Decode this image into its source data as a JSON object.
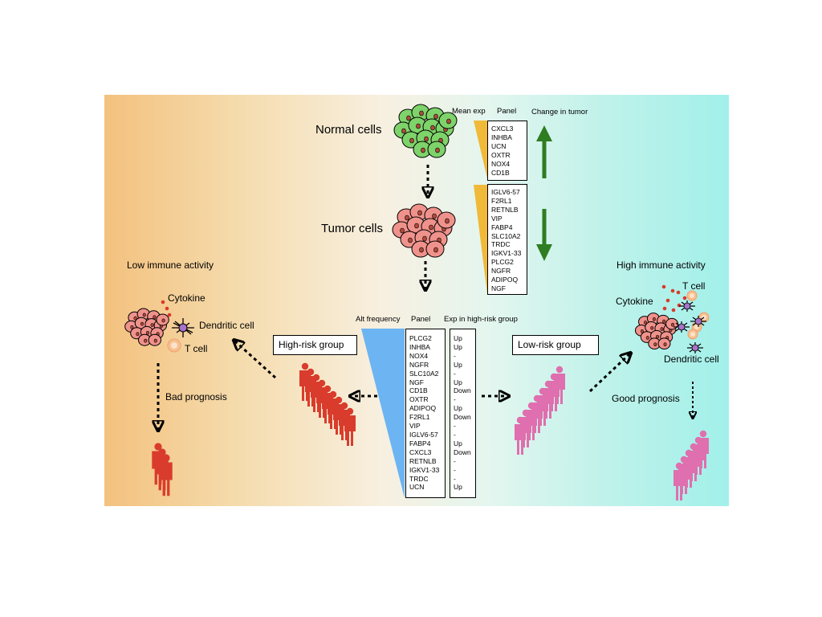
{
  "labels": {
    "normal_cells": "Normal cells",
    "tumor_cells": "Tumor cells",
    "mean_exp": "Mean exp",
    "panel_top": "Panel",
    "change_in_tumor": "Change in tumor",
    "low_immune": "Low immune activity",
    "high_immune": "High immune activity",
    "cytokine_left": "Cytokine",
    "dendritic_left": "Dendritic cell",
    "tcell_left": "T cell",
    "bad_prognosis": "Bad prognosis",
    "high_risk_group": "High-risk group",
    "low_risk_group": "Low-risk group",
    "alt_frequency": "Alt frequency",
    "panel_bottom": "Panel",
    "exp_high_risk": "Exp in high-risk group",
    "cytokine_right": "Cytokine",
    "tcell_right": "T cell",
    "dendritic_right": "Dendritic cell",
    "good_prognosis": "Good prognosis"
  },
  "up_genes": [
    "CXCL3",
    "INHBA",
    "UCN",
    "OXTR",
    "NOX4",
    "CD1B"
  ],
  "down_genes": [
    "IGLV6-57",
    "F2RL1",
    "RETNLB",
    "VIP",
    "FABP4",
    "SLC10A2",
    "TRDC",
    "IGKV1-33",
    "PLCG2",
    "NGFR",
    "ADIPOQ",
    "NGF"
  ],
  "panel_genes": [
    "PLCG2",
    "INHBA",
    "NOX4",
    "NGFR",
    "SLC10A2",
    "NGF",
    "CD1B",
    "OXTR",
    "ADIPOQ",
    "F2RL1",
    "VIP",
    "IGLV6-57",
    "FABP4",
    "CXCL3",
    "RETNLB",
    "IGKV1-33",
    "TRDC",
    "UCN"
  ],
  "panel_exp": [
    "Up",
    "Up",
    "-",
    "Up",
    "-",
    "Up",
    "Down",
    "-",
    "Up",
    "Down",
    "-",
    "-",
    "Up",
    "Down",
    "-",
    "-",
    "-",
    "Up"
  ],
  "colors": {
    "arrow_up": "#2e7d20",
    "arrow_down": "#2e7d20",
    "normal_cell": "#7ed36a",
    "tumor_cell": "#f0928c",
    "high_risk_people": "#d93c2c",
    "low_risk_people": "#df6fae",
    "mean_exp_wedge": "#f0b93a",
    "alt_freq_wedge": "#6cb4f2"
  }
}
